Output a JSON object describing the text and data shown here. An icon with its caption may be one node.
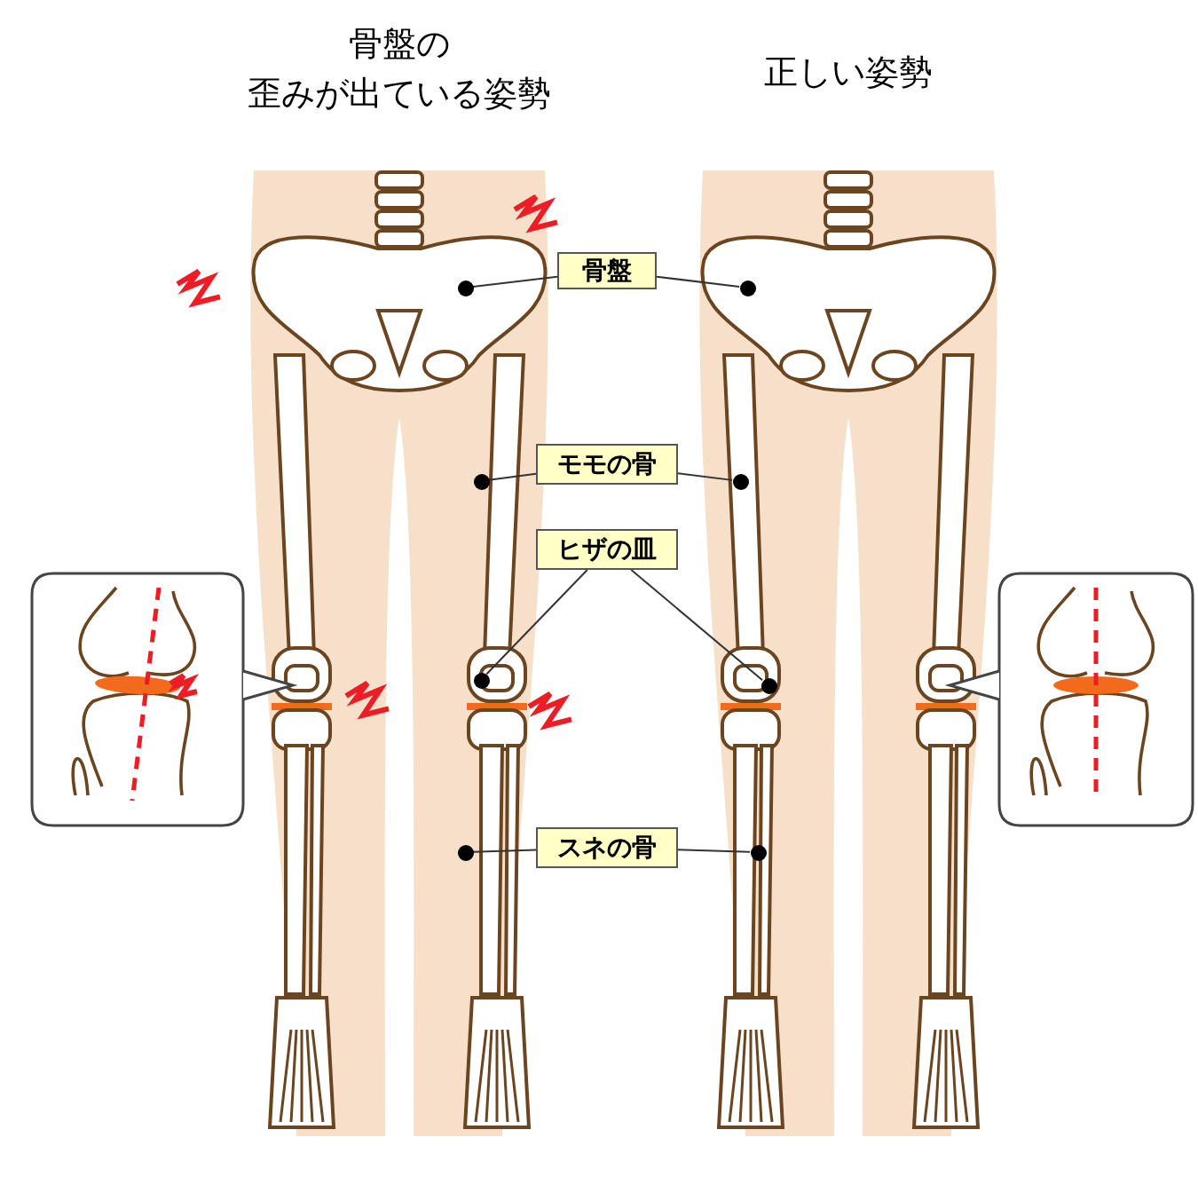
{
  "diagram": {
    "nodes": [
      {
        "text": [
          "骨盤"
        ]
      },
      {
        "text": [],
        "shape": "circle"
      },
      {
        "text": [],
        "shape": "circle"
      },
      {
        "text": [
          "モモの骨"
        ]
      },
      {
        "text": [],
        "shape": "circle"
      },
      {
        "text": [],
        "shape": "circle"
      },
      {
        "text": [
          "ヒザの皿"
        ]
      },
      {
        "text": [],
        "shape": "circle"
      },
      {
        "text": [],
        "shape": "circle"
      },
      {
        "text": [
          "スネの骨"
        ]
      },
      {
        "text": [],
        "shape": "circle"
      },
      {
        "text": [],
        "shape": "circle"
      }
    ],
    "edges": [
      {
        "from": 0,
        "to": 1,
        "arrow": "none"
      },
      {
        "from": 0,
        "to": 2,
        "arrow": "none"
      },
      {
        "from": 3,
        "to": 4,
        "arrow": "none"
      },
      {
        "from": 3,
        "to": 5,
        "arrow": "none"
      },
      {
        "from": 6,
        "to": 7,
        "arrow": "none"
      },
      {
        "from": 6,
        "to": 8,
        "arrow": "none"
      },
      {
        "from": 9,
        "to": 10,
        "arrow": "none"
      },
      {
        "from": 9,
        "to": 11,
        "arrow": "none"
      }
    ],
    "labels": [
      "骨盤の",
      "歪みが出ている姿勢",
      "正しい姿勢"
    ]
  }
}
